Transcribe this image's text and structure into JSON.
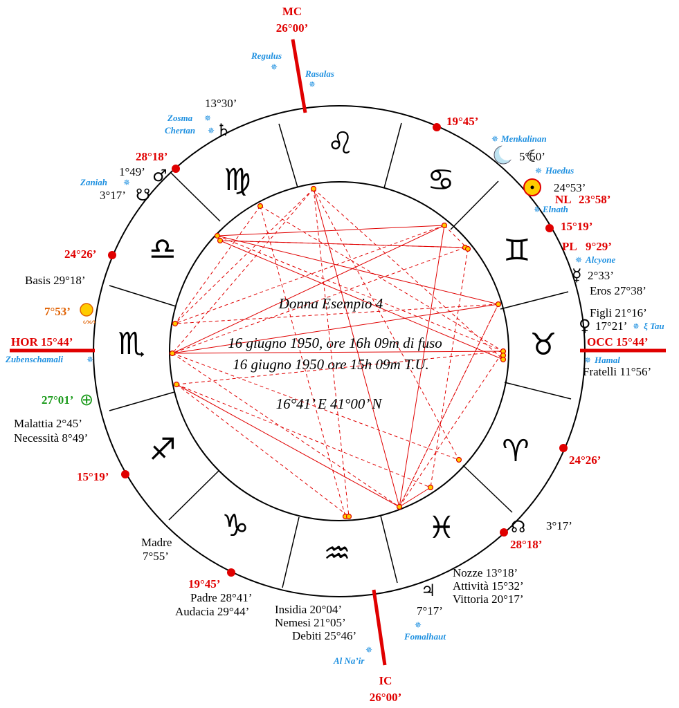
{
  "center": {
    "title": "Donna Esempio 4",
    "line1": "16 giugno 1950, ore 16h 09m di fuso",
    "line2": "16 giugno 1950 ore 15h 09m T.U.",
    "coords": "16°41’ E 41°00’ N"
  },
  "axes": {
    "mc": {
      "label": "MC",
      "deg": "26°00’"
    },
    "ic": {
      "label": "IC",
      "deg": "26°00’"
    },
    "hor": {
      "label": "HOR 15°44’"
    },
    "occ": {
      "label": "OCC 15°44’"
    }
  },
  "signs": [
    {
      "name": "leo",
      "glyph": "♌"
    },
    {
      "name": "cancer",
      "glyph": "♋"
    },
    {
      "name": "gemini",
      "glyph": "♊"
    },
    {
      "name": "taurus",
      "glyph": "♉"
    },
    {
      "name": "aries",
      "glyph": "♈"
    },
    {
      "name": "pisces",
      "glyph": "♓"
    },
    {
      "name": "aquarius",
      "glyph": "♒"
    },
    {
      "name": "capricorn",
      "glyph": "♑"
    },
    {
      "name": "sagittarius",
      "glyph": "♐"
    },
    {
      "name": "scorpio",
      "glyph": "♏"
    },
    {
      "name": "libra",
      "glyph": "♎"
    },
    {
      "name": "virgo",
      "glyph": "♍"
    }
  ],
  "cusps": {
    "c1945a": "19°45’",
    "c1519a": "15°19’",
    "c2426a": "24°26’",
    "c2818a": "28°18’",
    "c1945b": "19°45’",
    "c1519b": "15°19’",
    "c2426b": "24°26’",
    "c2818b": "28°18’"
  },
  "planets": {
    "saturn": {
      "glyph": "♄",
      "deg": "13°30’"
    },
    "mars": {
      "glyph": "♂",
      "deg": "1°49’"
    },
    "southnode": {
      "glyph": "☋",
      "deg": "3°17’"
    },
    "moon": {
      "glyph": "☾",
      "deg": "5°50’"
    },
    "sun": {
      "deg": "24°53’"
    },
    "mercury": {
      "glyph": "☿",
      "deg": "2°33’"
    },
    "venus": {
      "glyph": "♀",
      "deg": "17°21’"
    },
    "northnode": {
      "glyph": "☊",
      "deg": "3°17’"
    },
    "jupiter": {
      "glyph": "♃",
      "deg": "7°17’"
    },
    "eclipse": {
      "deg": "7°53’"
    },
    "fortune": {
      "glyph": "⊕",
      "deg": "27°01’"
    }
  },
  "lunations": {
    "nl": "NL",
    "nl_deg": "23°58’",
    "pl": "PL",
    "pl_deg": "9°29’"
  },
  "stars": {
    "regulus": "Regulus",
    "rasalas": "Rasalas",
    "zosma": "Zosma",
    "chertan": "Chertan",
    "zaniah": "Zaniah",
    "menkalinan": "Menkalinan",
    "haedus": "Haedus",
    "elnath": "Elnath",
    "alcyone": "Alcyone",
    "xitau": "ξ Tau",
    "hamal": "Hamal",
    "zubenschamali": "Zubenschamali",
    "fomalhaut": "Fomalhaut",
    "alnair": "Al Na’ir"
  },
  "parts": {
    "basis": "Basis 29°18’",
    "eros": "Eros 27°38’",
    "figli": "Figli 21°16’",
    "fratelli": "Fratelli 11°56’",
    "malattia": "Malattia 2°45’",
    "necessita": "Necessità 8°49’",
    "madre": "Madre",
    "madre_deg": "7°55’",
    "padre": "Padre 28°41’",
    "audacia": "Audacia 29°44’",
    "insidia": "Insidia 20°04’",
    "nemesi": "Nemesi 21°05’",
    "debiti": "Debiti 25°46’",
    "nozze": "Nozze 13°18’",
    "attivita": "Attività 15°32’",
    "vittoria": "Vittoria 20°17’"
  },
  "colors": {
    "red": "#e00000",
    "star_blue": "#1e90e0",
    "fortune_green": "#1a9a1a",
    "eclipse_orange": "#e06000",
    "moon_blue": "#bfe4f2",
    "sun_yellow": "#ffcc00"
  }
}
